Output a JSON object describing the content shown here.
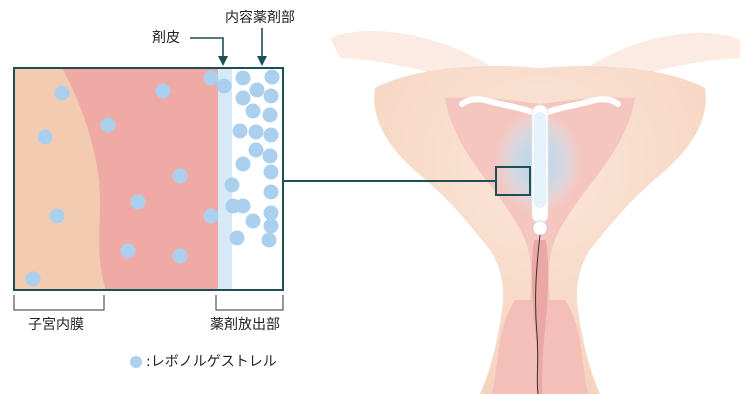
{
  "labels": {
    "capsule_membrane": "剤皮",
    "drug_core": "内容薬剤部",
    "endometrium": "子宮内膜",
    "drug_release_section": "薬剤放出部",
    "legend_text": "レボノルゲストレル"
  },
  "colors": {
    "endometrium_light": "#f3cbb1",
    "endometrium_dark": "#f0aaa6",
    "membrane": "#d5e9f7",
    "core": "#ffffff",
    "particle": "#aad0ee",
    "frame": "#1d4f56",
    "uterus_fill": "#f8dccb",
    "uterus_inner": "#f5c4bd",
    "device": "#ffffff",
    "glow": "#a9d7f2"
  },
  "icons": {
    "legend_marker": "light-blue-dot-icon",
    "arrow": "down-arrow-icon"
  }
}
